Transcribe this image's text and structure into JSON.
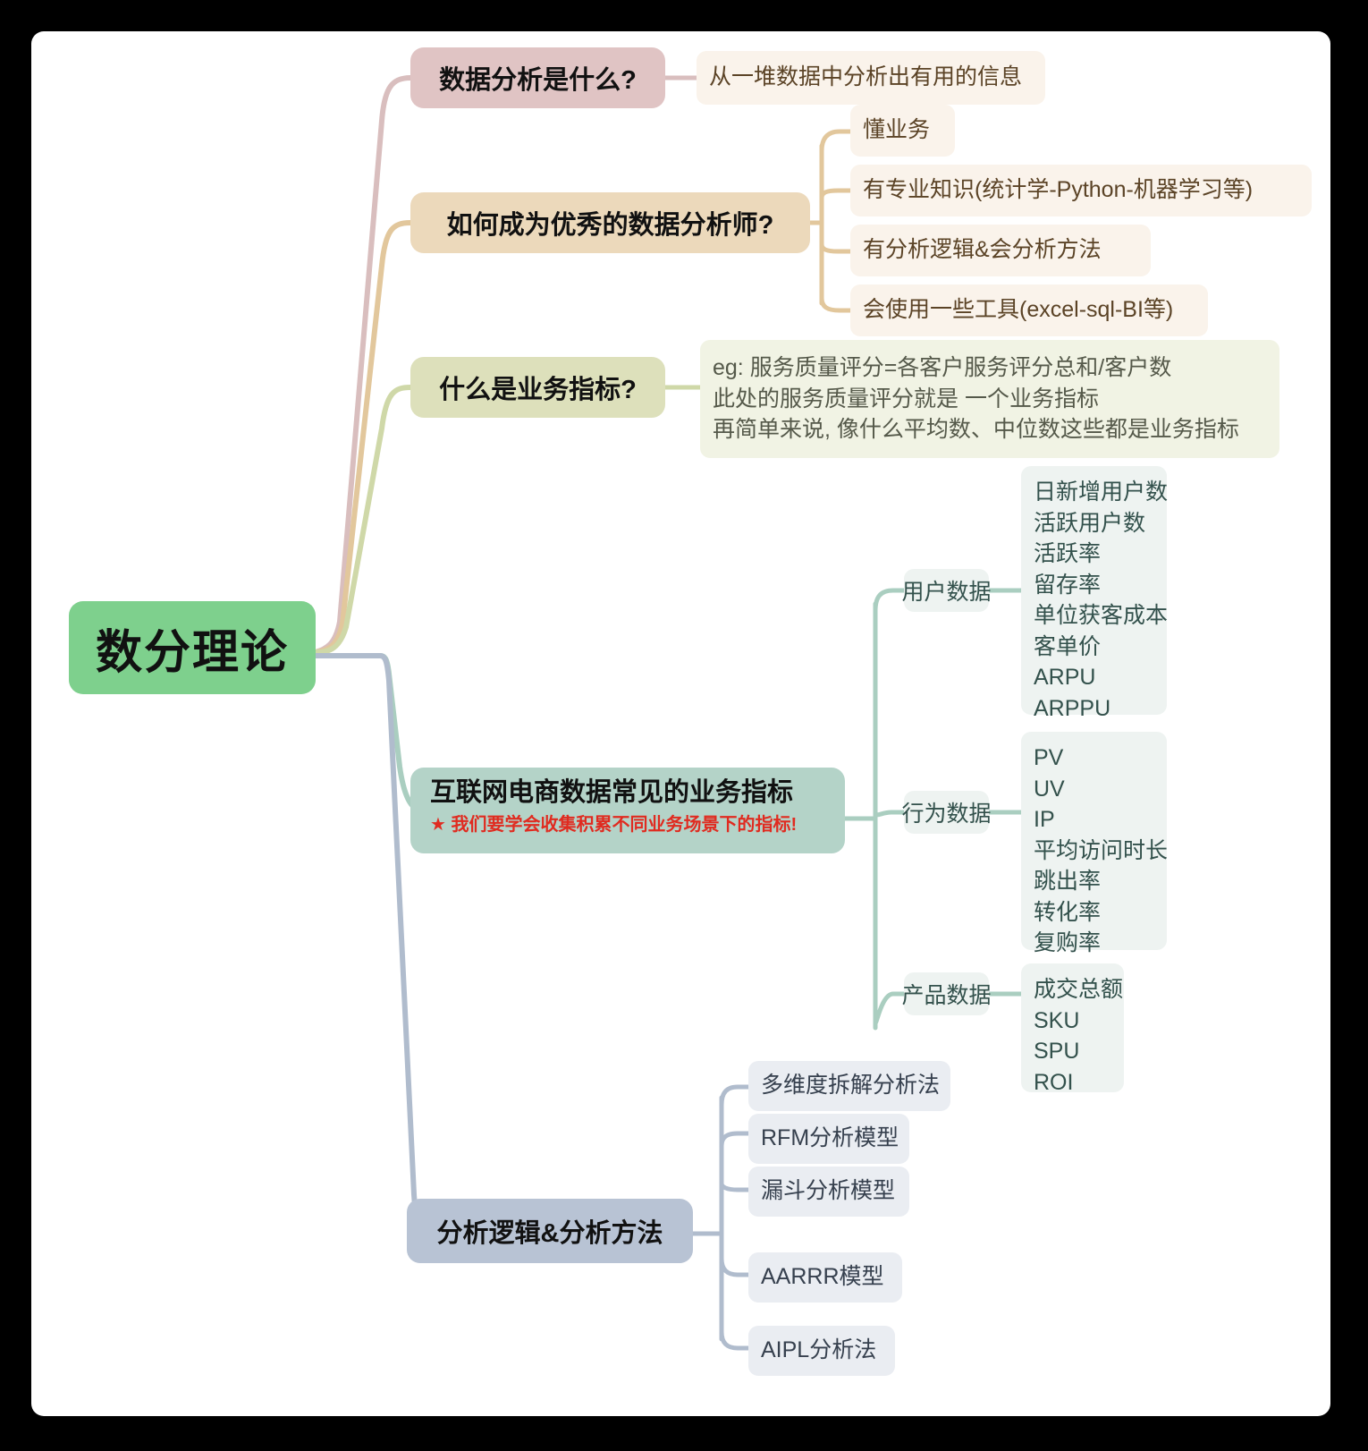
{
  "diagram": {
    "type": "mindmap",
    "root": {
      "label": "数分理论",
      "color": "#7ed08d"
    },
    "branches": [
      {
        "id": "what-is-data-analysis",
        "label": "数据分析是什么?",
        "color": "#e0c4c4",
        "line_color": "#d9bebe",
        "children": [
          {
            "label": "从一堆数据中分析出有用的信息"
          }
        ]
      },
      {
        "id": "how-to-become-analyst",
        "label": "如何成为优秀的数据分析师?",
        "color": "#ecd9bb",
        "line_color": "#e2c79c",
        "children": [
          {
            "label": "懂业务"
          },
          {
            "label": "有专业知识(统计学-Python-机器学习等)"
          },
          {
            "label": "有分析逻辑&会分析方法"
          },
          {
            "label": "会使用一些工具(excel-sql-BI等)"
          }
        ]
      },
      {
        "id": "what-is-business-metric",
        "label": "什么是业务指标?",
        "color": "#dde0bb",
        "line_color": "#cfd8a8",
        "children": [
          {
            "lines": [
              "eg: 服务质量评分=各客户服务评分总和/客户数",
              "此处的服务质量评分就是 一个业务指标",
              "再简单来说, 像什么平均数、中位数这些都是业务指标"
            ]
          }
        ]
      },
      {
        "id": "ecommerce-metrics",
        "label": "互联网电商数据常见的业务指标",
        "note": "★ 我们要学会收集积累不同业务场景下的指标!",
        "note_color": "#e02b20",
        "color": "#b4d3c8",
        "line_color": "#aacec0",
        "children": [
          {
            "label": "用户数据",
            "items": [
              "日新增用户数",
              "活跃用户数",
              "活跃率",
              "留存率",
              "单位获客成本",
              "客单价",
              "ARPU",
              "ARPPU"
            ]
          },
          {
            "label": "行为数据",
            "items": [
              "PV",
              "UV",
              "IP",
              "平均访问时长",
              "跳出率",
              "转化率",
              "复购率"
            ]
          },
          {
            "label": "产品数据",
            "items": [
              "成交总额",
              "SKU",
              "SPU",
              "ROI"
            ]
          }
        ]
      },
      {
        "id": "analysis-logic-methods",
        "label": "分析逻辑&分析方法",
        "color": "#b8c3d4",
        "line_color": "#b0bccd",
        "children": [
          {
            "label": "多维度拆解分析法"
          },
          {
            "label": "RFM分析模型"
          },
          {
            "label": "漏斗分析模型"
          },
          {
            "label": "AARRR模型"
          },
          {
            "label": "AIPL分析法"
          }
        ]
      }
    ]
  }
}
